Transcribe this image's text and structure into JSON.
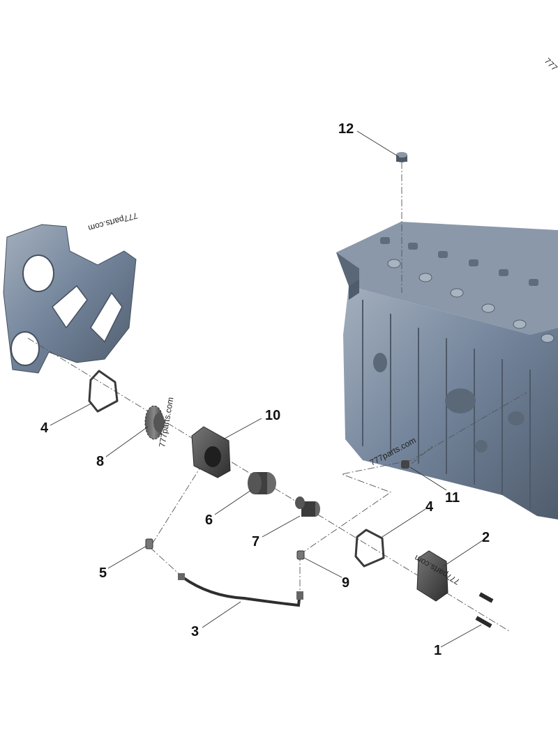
{
  "watermark": "777parts.com",
  "watermark_corner": "777",
  "callouts": {
    "c1": "1",
    "c2": "2",
    "c3": "3",
    "c4a": "4",
    "c4b": "4",
    "c5": "5",
    "c6": "6",
    "c7": "7",
    "c8": "8",
    "c9": "9",
    "c10": "10",
    "c11": "11",
    "c12": "12"
  },
  "colors": {
    "metal": "#6f7f92",
    "metal_dark": "#4e5b6a",
    "metal_light": "#9aa7b6",
    "rubber": "#3a3a3a",
    "line": "#333333"
  }
}
